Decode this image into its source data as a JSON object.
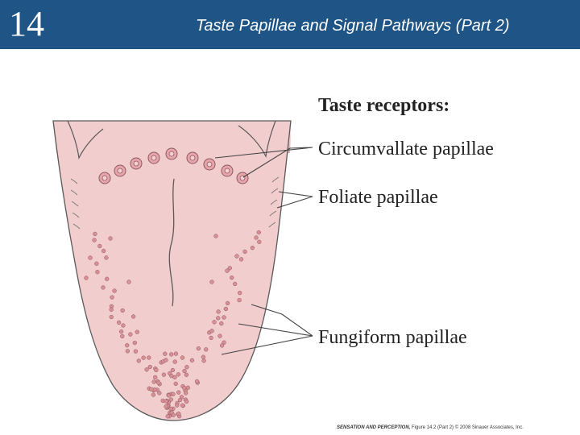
{
  "header": {
    "chapter_number": "14",
    "title": "Taste Papillae and Signal Pathways (Part 2)"
  },
  "figure": {
    "heading": "Taste receptors:",
    "labels": {
      "circumvallate": "Circumvallate papillae",
      "foliate": "Foliate papillae",
      "fungiform": "Fungiform papillae"
    },
    "credit": {
      "book": "SENSATION AND PERCEPTION,",
      "figure": "Figure 14.2 (Part 2)",
      "copyright": "© 2008 Sinauer Associates, Inc."
    }
  },
  "colors": {
    "header_bg": "#1f5486",
    "tongue_fill": "#f2cdcd",
    "tongue_stroke": "#5a5a5a",
    "papilla_fill": "#d98f95",
    "throat_fill": "#e8a9ad"
  }
}
